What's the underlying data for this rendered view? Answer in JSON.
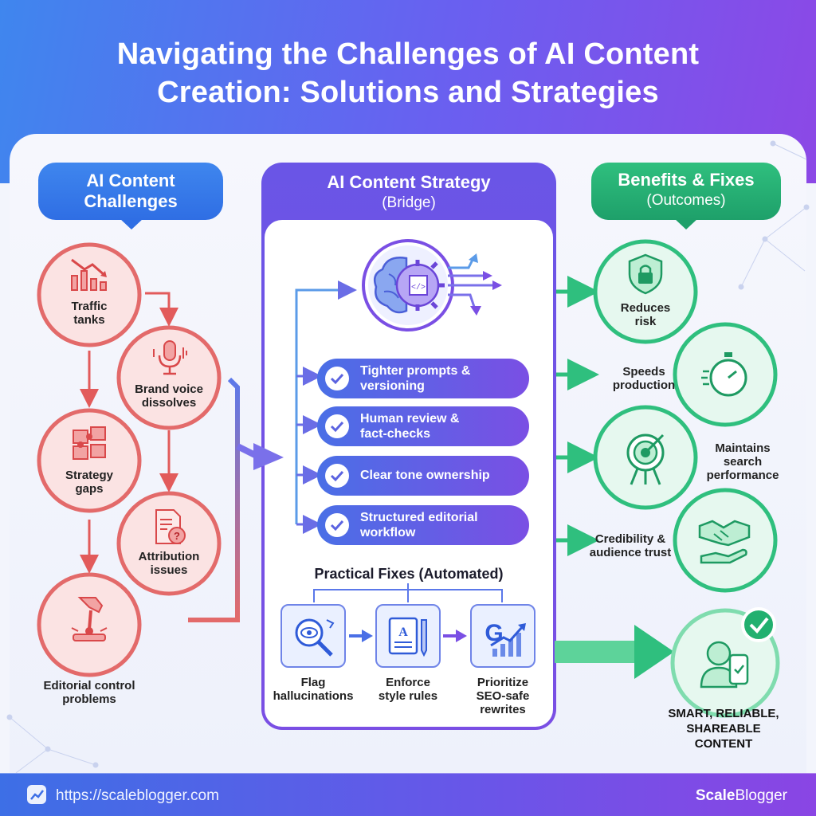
{
  "header": {
    "title_line1": "Navigating the Challenges of AI Content",
    "title_line2": "Creation: Solutions and Strategies"
  },
  "columns": {
    "challenges": {
      "title_line1": "AI Content",
      "title_line2": "Challenges"
    },
    "strategy": {
      "title": "AI Content Strategy",
      "subtitle": "(Bridge)"
    },
    "benefits": {
      "title": "Benefits & Fixes",
      "subtitle": "(Outcomes)"
    }
  },
  "challenges": [
    {
      "line1": "Traffic",
      "line2": "tanks",
      "icon": "declining-chart-icon"
    },
    {
      "line1": "Brand voice",
      "line2": "dissolves",
      "icon": "microphone-icon"
    },
    {
      "line1": "Strategy",
      "line2": "gaps",
      "icon": "puzzle-icon"
    },
    {
      "line1": "Attribution",
      "line2": "issues",
      "icon": "document-question-icon"
    },
    {
      "line1": "Editorial control",
      "line2": "problems",
      "icon": "joystick-icon"
    }
  ],
  "strategies": [
    {
      "line1": "Tighter prompts &",
      "line2": "versioning"
    },
    {
      "line1": "Human review &",
      "line2": "fact-checks"
    },
    {
      "line1": "Clear tone ownership",
      "line2": ""
    },
    {
      "line1": "Structured editorial",
      "line2": "workflow"
    }
  ],
  "practical_fixes": {
    "title": "Practical Fixes (Automated)",
    "items": [
      {
        "line1": "Flag",
        "line2": "hallucinations",
        "line3": "",
        "icon": "magnifier-eye-icon"
      },
      {
        "line1": "Enforce",
        "line2": "style rules",
        "line3": "",
        "icon": "style-guide-book-icon"
      },
      {
        "line1": "Prioritize",
        "line2": "SEO-safe",
        "line3": "rewrites",
        "icon": "google-growth-icon"
      }
    ]
  },
  "benefits": [
    {
      "line1": "Reduces",
      "line2": "risk",
      "line3": "",
      "icon": "shield-lock-icon"
    },
    {
      "line1": "Speeds",
      "line2": "production",
      "line3": "",
      "icon": "stopwatch-icon"
    },
    {
      "line1": "Maintains",
      "line2": "search",
      "line3": "performance",
      "icon": "target-icon"
    },
    {
      "line1": "Credibility &",
      "line2": "audience trust",
      "line3": "",
      "icon": "handshake-icon"
    }
  ],
  "result": {
    "line1": "SMART, RELIABLE,",
    "line2": "SHAREABLE",
    "line3": "CONTENT",
    "icon": "person-phone-icon"
  },
  "footer": {
    "url": "https://scaleblogger.com",
    "brand_bold": "Scale",
    "brand_rest": "Blogger"
  },
  "colors": {
    "header_start": "#3f86ee",
    "header_end": "#8c48e6",
    "challenge_red": "#e36a6a",
    "strategy_purple": "#7a4fe4",
    "benefit_green": "#2fbf7e"
  }
}
